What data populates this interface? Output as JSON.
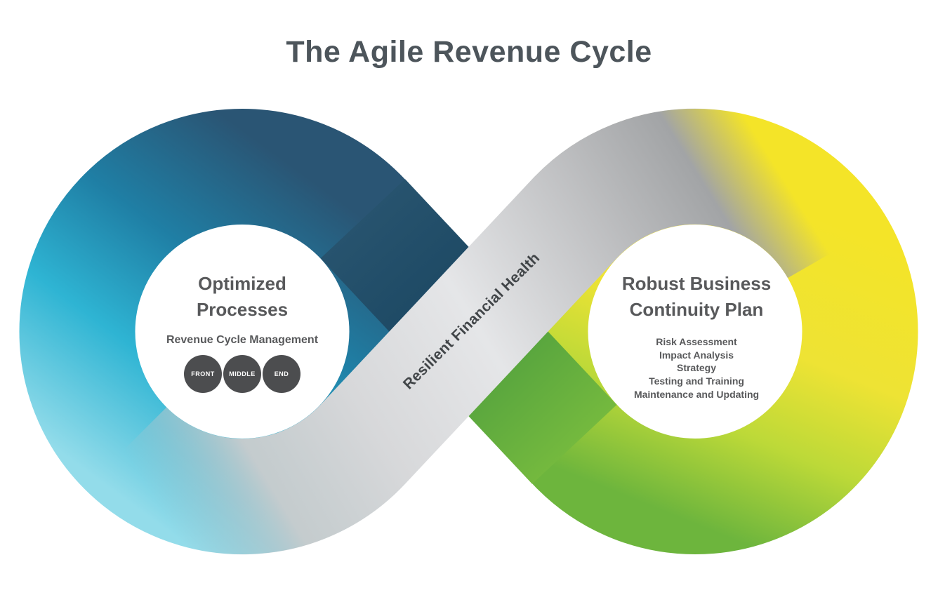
{
  "title": "The Agile Revenue Cycle",
  "left_loop": {
    "heading": "Optimized Processes",
    "subheading": "Revenue Cycle Management",
    "badges": [
      "FRONT",
      "MIDDLE",
      "END"
    ]
  },
  "ribbon": {
    "label": "Resilient Financial Health"
  },
  "right_loop": {
    "heading": "Robust Business Continuity Plan",
    "items": [
      "Risk Assessment",
      "Impact Analysis",
      "Strategy",
      "Testing and Training",
      "Maintenance and Updating"
    ]
  },
  "colors": {
    "blue_dark": "#2a5574",
    "teal": "#1f7fa5",
    "cyan_light": "#93dcea",
    "yellow": "#f4e428",
    "green": "#6db53d",
    "ribbon_gray": "#e5e6e8",
    "text_gray": "#58595b",
    "title_gray": "#4d555b",
    "badge_bg": "#4c4d4f"
  }
}
